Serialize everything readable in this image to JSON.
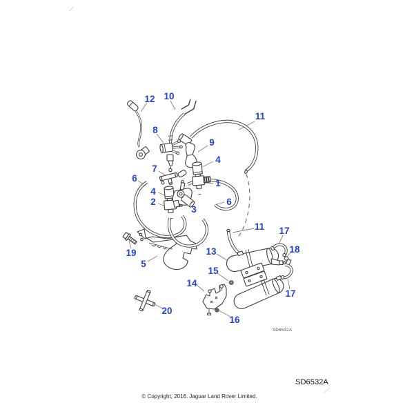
{
  "diagram": {
    "description": "Exploded parts diagram - vacuum solenoid valves, hoses and reservoirs",
    "callouts": [
      "12",
      "10",
      "11",
      "8",
      "9",
      "4",
      "7",
      "6",
      "1",
      "4",
      "2",
      "6",
      "3",
      "11",
      "17",
      "18",
      "13",
      "19",
      "5",
      "15",
      "14",
      "17",
      "20",
      "16"
    ],
    "inline_code": "SD6532A",
    "code": "SD6532A",
    "copyright": "© Copyright, 2016. Jaguar Land Rover Limited.",
    "colors": {
      "callout": "#2440cc",
      "line": "#3d3d3d",
      "leader": "#808080",
      "background": "#ffffff"
    }
  }
}
